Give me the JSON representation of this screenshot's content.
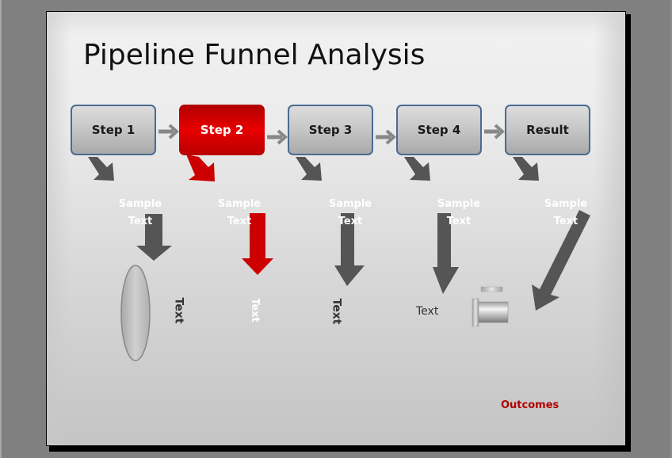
{
  "slide": {
    "title": "Pipeline Funnel Analysis",
    "steps": [
      {
        "label": "Step 1",
        "active": false
      },
      {
        "label": "Step 2",
        "active": true
      },
      {
        "label": "Step 3",
        "active": false
      },
      {
        "label": "Step 4",
        "active": false
      },
      {
        "label": "Result",
        "active": false
      }
    ],
    "sample_labels": [
      {
        "line1": "Sample",
        "line2": "Text"
      },
      {
        "line1": "Sample",
        "line2": "Text"
      },
      {
        "line1": "Sample",
        "line2": "Text"
      },
      {
        "line1": "Sample",
        "line2": "Text"
      },
      {
        "line1": "Sample",
        "line2": "Text"
      }
    ],
    "outputs": [
      {
        "text": "Text",
        "orientation": "vertical",
        "color": "#333333"
      },
      {
        "text": "Text",
        "orientation": "vertical",
        "color": "#ffffff"
      },
      {
        "text": "Text",
        "orientation": "vertical",
        "color": "#333333"
      },
      {
        "text": "Text",
        "orientation": "horizontal",
        "color": "#333333"
      }
    ],
    "footer_label": "Outcomes",
    "colors": {
      "accent_red": "#cc0000",
      "arrow_dark": "#555555",
      "connector_gray": "#888888",
      "step_border": "#4a6b94",
      "outcomes_text": "#b00000"
    }
  }
}
